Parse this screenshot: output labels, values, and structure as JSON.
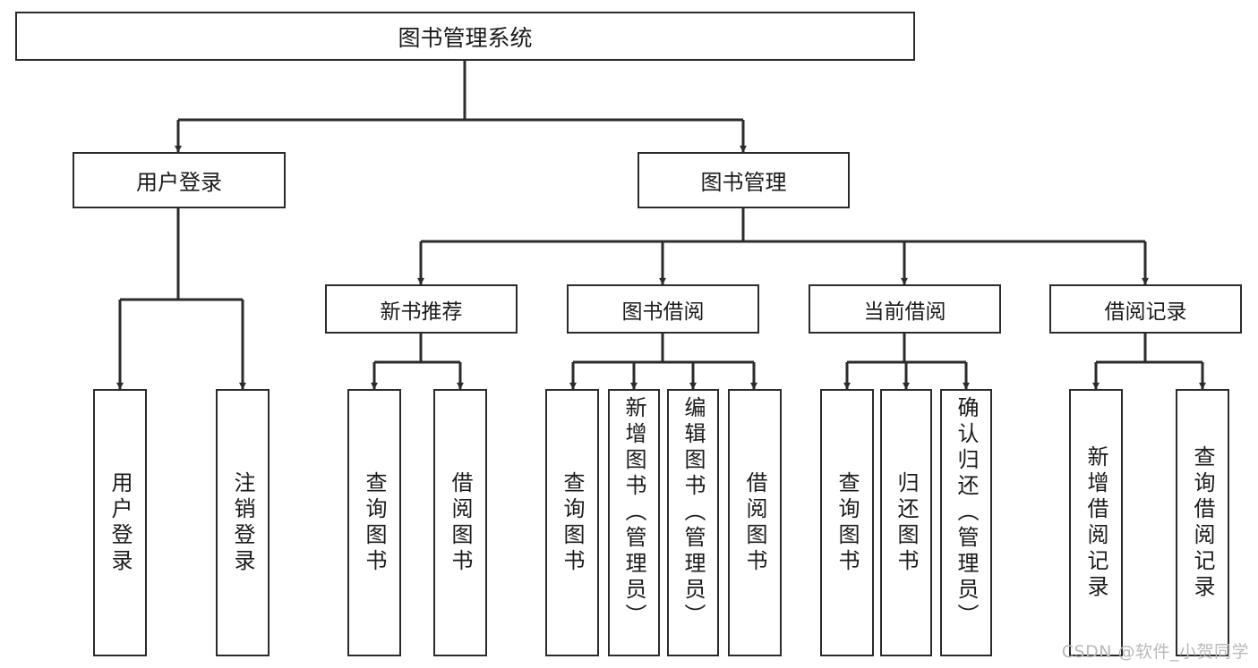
{
  "diagram": {
    "title": "图书管理系统",
    "type": "tree-hierarchy-chart",
    "watermark": "CSDN @软件_小贺同学",
    "colors": {
      "box_border": "#2b2b2b",
      "box_fill": "#ffffff",
      "edge": "#2b2b2b",
      "background": "#ffffff",
      "watermark": "#b9b9b9"
    },
    "root": {
      "label": "图书管理系统"
    },
    "level2": [
      {
        "label": "用户登录"
      },
      {
        "label": "图书管理"
      }
    ],
    "level3": [
      {
        "label": "新书推荐"
      },
      {
        "label": "图书借阅"
      },
      {
        "label": "当前借阅"
      },
      {
        "label": "借阅记录"
      }
    ],
    "leaves": {
      "user_login": [
        {
          "label": "用户登录"
        },
        {
          "label": "注销登录"
        }
      ],
      "new_book_recommend": [
        {
          "label": "查询图书"
        },
        {
          "label": "借阅图书"
        }
      ],
      "book_borrow": [
        {
          "label": "查询图书"
        },
        {
          "label": "新增图书（管理员）"
        },
        {
          "label": "编辑图书（管理员）"
        },
        {
          "label": "借阅图书"
        }
      ],
      "current_borrow": [
        {
          "label": "查询图书"
        },
        {
          "label": "归还图书"
        },
        {
          "label": "确认归还（管理员）"
        }
      ],
      "borrow_record": [
        {
          "label": "新增借阅记录"
        },
        {
          "label": "查询借阅记录"
        }
      ]
    }
  }
}
